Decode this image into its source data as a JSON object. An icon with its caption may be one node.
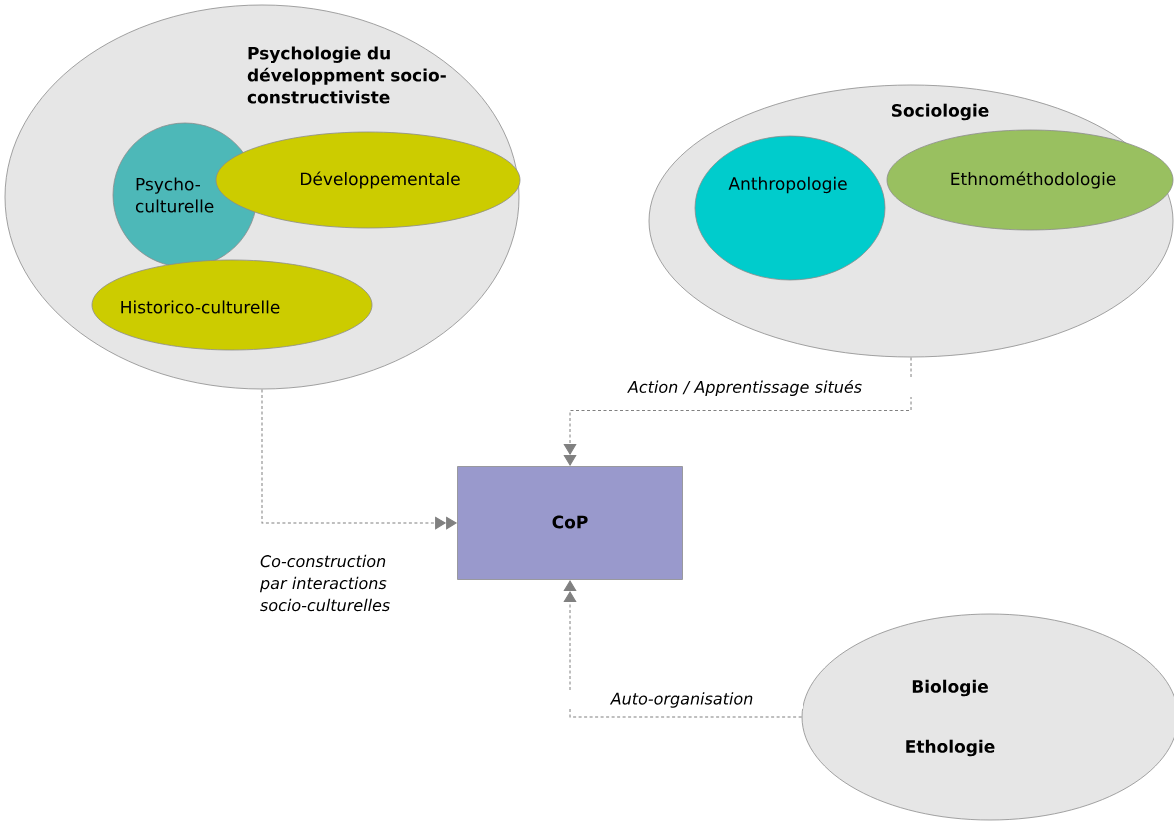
{
  "diagram": {
    "nodes": [
      {
        "text": [
          "Psychologie du développment socio-constructiviste"
        ]
      },
      {
        "text": [
          "Psycho-culturelle"
        ],
        "in": 0
      },
      {
        "text": [
          "Développementale"
        ],
        "in": 0
      },
      {
        "text": [
          "Historico-culturelle"
        ],
        "in": 0
      },
      {
        "text": [
          "Sociologie"
        ]
      },
      {
        "text": [
          "Anthropologie"
        ],
        "in": 4
      },
      {
        "text": [
          "Ethnométhodologie"
        ],
        "in": 4
      },
      {
        "text": [
          "CoP"
        ]
      },
      {
        "text": [
          "Biologie",
          "Ethologie"
        ]
      }
    ],
    "edges": [
      {
        "from": 0,
        "to": 7,
        "arrow": "to",
        "label": "Co-construction par interactions socio-culturelles",
        "style": "dashed"
      },
      {
        "from": 4,
        "to": 7,
        "arrow": "to",
        "label": "Action / Apprentissage situés",
        "style": "dashed"
      },
      {
        "from": 8,
        "to": 7,
        "arrow": "to",
        "label": "Auto-organisation",
        "style": "dashed"
      }
    ]
  }
}
